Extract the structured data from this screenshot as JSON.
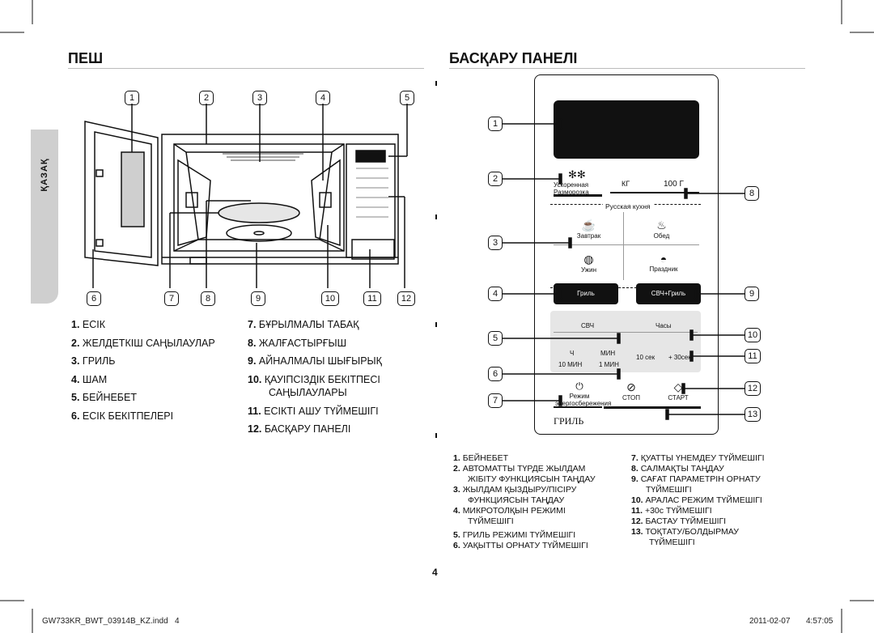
{
  "page": {
    "left_heading": "ПЕШ",
    "right_heading": "БАСҚАРУ ПАНЕЛІ",
    "side_tab": "ҚАЗАҚ",
    "page_number": "4",
    "footer_file": "GW733KR_BWT_03914B_KZ.indd   4",
    "footer_date": "2011-02-07",
    "footer_time": "4:57:05"
  },
  "oven": {
    "top_callouts": [
      "1",
      "2",
      "3",
      "4",
      "5"
    ],
    "bottom_callouts": [
      "6",
      "7",
      "8",
      "9",
      "10",
      "11",
      "12"
    ],
    "list_left": [
      {
        "n": "1.",
        "t": "ЕСІК"
      },
      {
        "n": "2.",
        "t": "ЖЕЛДЕТКІШ САҢЫЛАУЛАР"
      },
      {
        "n": "3.",
        "t": "ГРИЛЬ"
      },
      {
        "n": "4.",
        "t": "ШАМ"
      },
      {
        "n": "5.",
        "t": "БЕЙНЕБЕТ"
      },
      {
        "n": "6.",
        "t": "ЕСІК БЕКІТПЕЛЕРІ"
      }
    ],
    "list_right": [
      {
        "n": "7.",
        "t": "БҰРЫЛМАЛЫ ТАБАҚ"
      },
      {
        "n": "8.",
        "t": "ЖАЛҒАСТЫРҒЫШ"
      },
      {
        "n": "9.",
        "t": "АЙНАЛМАЛЫ ШЫҒЫРЫҚ"
      },
      {
        "n": "10.",
        "t": "ҚАУІПСІЗДІК БЕКІТПЕСІ"
      },
      {
        "n": "",
        "t": "САҢЫЛАУЛАРЫ"
      },
      {
        "n": "11.",
        "t": "ЕСІКТІ АШУ ТҮЙМЕШІГІ"
      },
      {
        "n": "12.",
        "t": "БАСҚАРУ ПАНЕЛІ"
      }
    ]
  },
  "control_panel": {
    "left_callouts": [
      "1",
      "2",
      "3",
      "4",
      "5",
      "6",
      "7"
    ],
    "right_callouts": [
      "8",
      "9",
      "10",
      "11",
      "12",
      "13"
    ],
    "defrost_label_1": "Ускоренная",
    "defrost_label_2": "Разморозка",
    "kg_label": "КГ",
    "g_label": "100 Г",
    "russian_cuisine": "Русская кухня",
    "breakfast": "Завтрак",
    "lunch": "Обед",
    "dinner": "Ужин",
    "holiday": "Праздник",
    "grill_button": "Гриль",
    "combi_button": "СВЧ+Гриль",
    "mw_label": "СВЧ",
    "clock_label": "Часы",
    "hour_label": "Ч",
    "min_label": "МИН",
    "ten_min": "10 МИН",
    "one_min": "1 МИН",
    "ten_sec": "10 сек",
    "plus30": "+ 30сек",
    "eco_1": "Режим",
    "eco_2": "энергосбережения",
    "stop": "СТОП",
    "start": "СТАРТ",
    "grill_logo": "ГРИЛЬ",
    "list_left": [
      {
        "n": "1.",
        "t": "БЕЙНЕБЕТ"
      },
      {
        "n": "2.",
        "t": "АВТОМАТТЫ ТҮРДЕ ЖЫЛДАМ"
      },
      {
        "n": "",
        "t": "ЖІБІТУ ФУНКЦИЯСЫН ТАҢДАУ"
      },
      {
        "n": "3.",
        "t": "ЖЫЛДАМ ҚЫЗДЫРУ/ПІСІРУ"
      },
      {
        "n": "",
        "t": "ФУНКЦИЯСЫН ТАҢДАУ"
      },
      {
        "n": "4.",
        "t": "МИКРОТОЛҚЫН РЕЖИМІ"
      },
      {
        "n": "",
        "t": "ТҮЙМЕШІГІ"
      },
      {
        "n": "5.",
        "t": "ГРИЛЬ РЕЖИМІ ТҮЙМЕШІГІ"
      },
      {
        "n": "6.",
        "t": "УАҚЫТТЫ ОРНАТУ ТҮЙМЕШІГІ"
      }
    ],
    "list_right": [
      {
        "n": "7.",
        "t": "ҚУАТТЫ ҮНЕМДЕУ ТҮЙМЕШІГІ"
      },
      {
        "n": "8.",
        "t": "САЛМАҚТЫ ТАҢДАУ"
      },
      {
        "n": "9.",
        "t": "САҒАТ ПАРАМЕТРІН ОРНАТУ"
      },
      {
        "n": "",
        "t": "ТҮЙМЕШІГІ"
      },
      {
        "n": "10.",
        "t": "АРАЛАС РЕЖИМ ТҮЙМЕШІГІ"
      },
      {
        "n": "11.",
        "t": "+30с ТҮЙМЕШІГІ"
      },
      {
        "n": "12.",
        "t": "БАСТАУ ТҮЙМЕШІГІ"
      },
      {
        "n": "13.",
        "t": "ТОҚТАТУ/БОЛДЫРМАУ"
      },
      {
        "n": "",
        "t": "ТҮЙМЕШІГІ"
      }
    ]
  }
}
